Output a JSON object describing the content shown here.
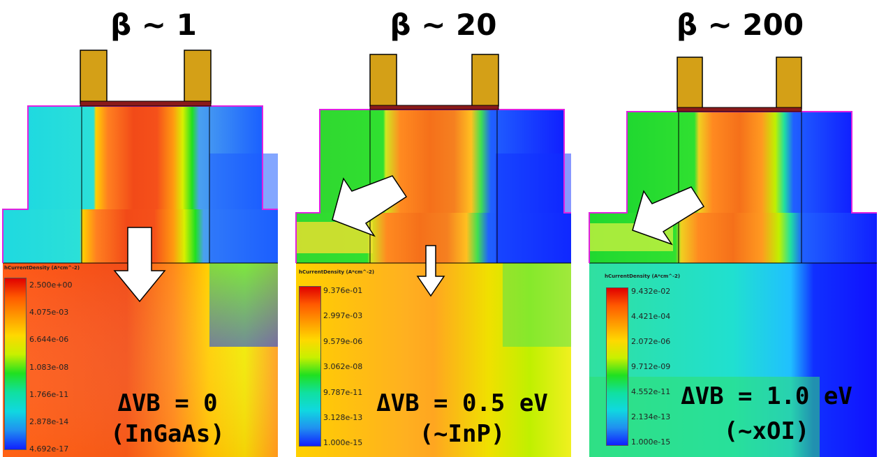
{
  "panels": [
    {
      "title": "β ~ 1",
      "legend_label": "hCurrentDensity (A*cm^-2)",
      "ticks": [
        "2.500e+00",
        "4.075e-03",
        "6.644e-06",
        "1.083e-08",
        "1.766e-11",
        "2.878e-14",
        "4.692e-17"
      ],
      "annotation_line1": "ΔVB = 0",
      "annotation_line2": "(InGaAs)"
    },
    {
      "title": "β ~ 20",
      "legend_label": "hCurrentDensity (A*cm^-2)",
      "ticks": [
        "9.376e-01",
        "2.997e-03",
        "9.579e-06",
        "3.062e-08",
        "9.787e-11",
        "3.128e-13",
        "1.000e-15"
      ],
      "annotation_line1": "ΔVB = 0.5 eV",
      "annotation_line2": "(~InP)"
    },
    {
      "title": "β ~ 200",
      "legend_label": "hCurrentDensity (A*cm^-2)",
      "ticks": [
        "9.432e-02",
        "4.421e-04",
        "2.072e-06",
        "9.712e-09",
        "4.552e-11",
        "2.134e-13",
        "1.000e-15"
      ],
      "annotation_line1": "ΔVB = 1.0 eV",
      "annotation_line2": "(~xOI)"
    }
  ],
  "colors": {
    "contact": "#d4a017",
    "metal_line": "#8b1a1a",
    "outline": "#e020e0",
    "arrow_fill": "#ffffff",
    "arrow_stroke": "#000000"
  }
}
